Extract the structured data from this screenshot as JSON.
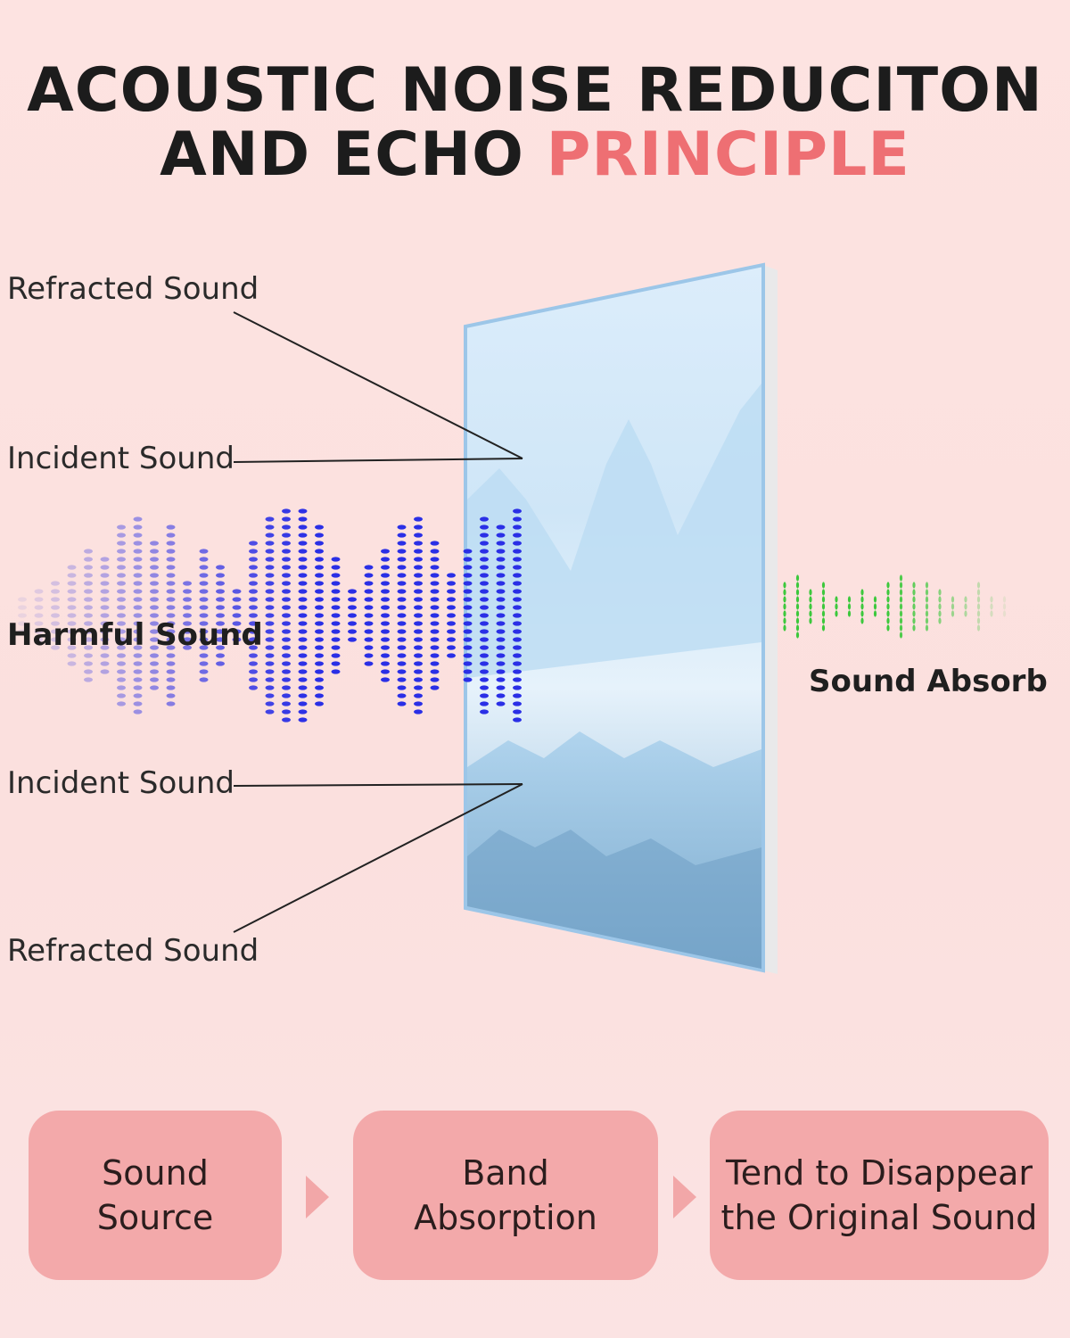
{
  "title": {
    "line1": "ACOUSTIC NOISE REDUCITON",
    "line2_prefix": "AND ECHO ",
    "line2_accent": "PRINCIPLE"
  },
  "labels": {
    "refracted_top": "Refracted Sound",
    "incident_top": "Incident Sound",
    "harmful": "Harmful Sound",
    "sound_absorb": "Sound Absorb",
    "incident_bottom": "Incident Sound",
    "refracted_bottom": "Refracted Sound"
  },
  "process": {
    "steps": [
      {
        "line1": "Sound",
        "line2": "Source"
      },
      {
        "line1": "Band",
        "line2": "Absorption"
      },
      {
        "line1": "Tend to Disappear",
        "line2": "the Original Sound"
      }
    ]
  },
  "colors": {
    "accent": "#ee6f73",
    "step_box": "#f3a9aa",
    "harmful_wave": "#2a2fe6",
    "absorb_wave": "#3cc83c"
  }
}
